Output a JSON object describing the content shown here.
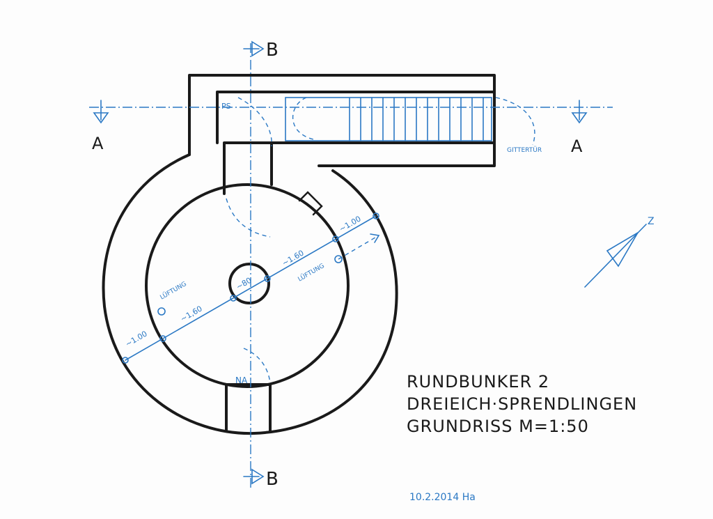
{
  "title_block": {
    "line1": "RUNDBUNKER 2",
    "line2": "DREIEICH·SPRENDLINGEN",
    "line3": "GRUNDRISS  M=1:50"
  },
  "date_note": "10.2.2014  Ha",
  "section_marks": {
    "a_left": "A",
    "a_right": "A",
    "b_top": "B",
    "b_bottom": "B"
  },
  "room_labels": {
    "ps": "PS",
    "na": "NA"
  },
  "labels": {
    "gittertur": "GITTERTÜR",
    "luftung_left": "LÜFTUNG",
    "luftung_right": "LÜFTUNG",
    "north": "Z"
  },
  "dimensions": {
    "d1": "~1.00",
    "d2": "~1,60",
    "d3": "~80",
    "d4": "~1.60",
    "d5": "~1.00"
  },
  "colors": {
    "ink": "#1a1a1a",
    "blue": "#2a78c4",
    "paper": "#fdfdfd"
  }
}
